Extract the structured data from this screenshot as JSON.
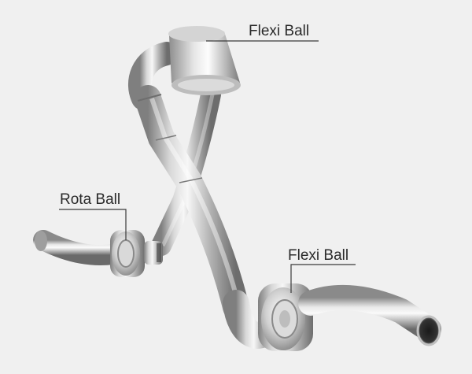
{
  "labels": {
    "top_flexi": "Flexi Ball",
    "rota": "Rota Ball",
    "bottom_flexi": "Flexi Ball"
  }
}
